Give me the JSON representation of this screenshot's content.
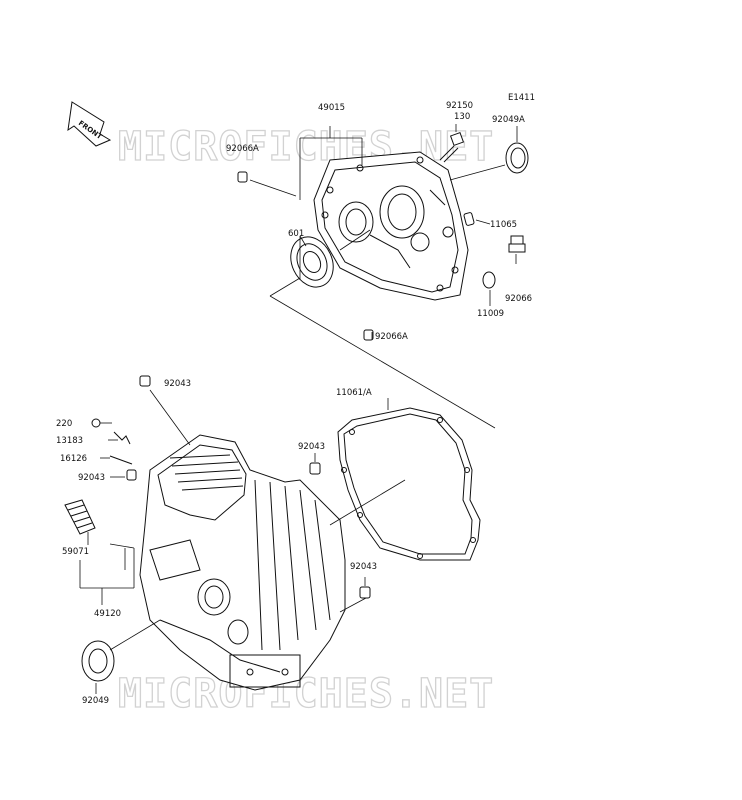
{
  "diagram_code": "E1411",
  "watermark": "MICROFICHES.NET",
  "front_label": "FRONT",
  "parts": {
    "p49015": "49015",
    "p92150": "92150",
    "p130": "130",
    "p92049A": "92049A",
    "p92066A_top": "92066A",
    "p11065": "11065",
    "p601": "601",
    "p92066": "92066",
    "p11009": "11009",
    "p92066A_bottom": "92066A",
    "p92043_a": "92043",
    "p11061A": "11061/A",
    "p220": "220",
    "p13183": "13183",
    "p16126": "16126",
    "p92043_b": "92043",
    "p92043_c": "92043",
    "p59071": "59071",
    "p92043_d": "92043",
    "p49120": "49120",
    "p92049": "92049"
  }
}
